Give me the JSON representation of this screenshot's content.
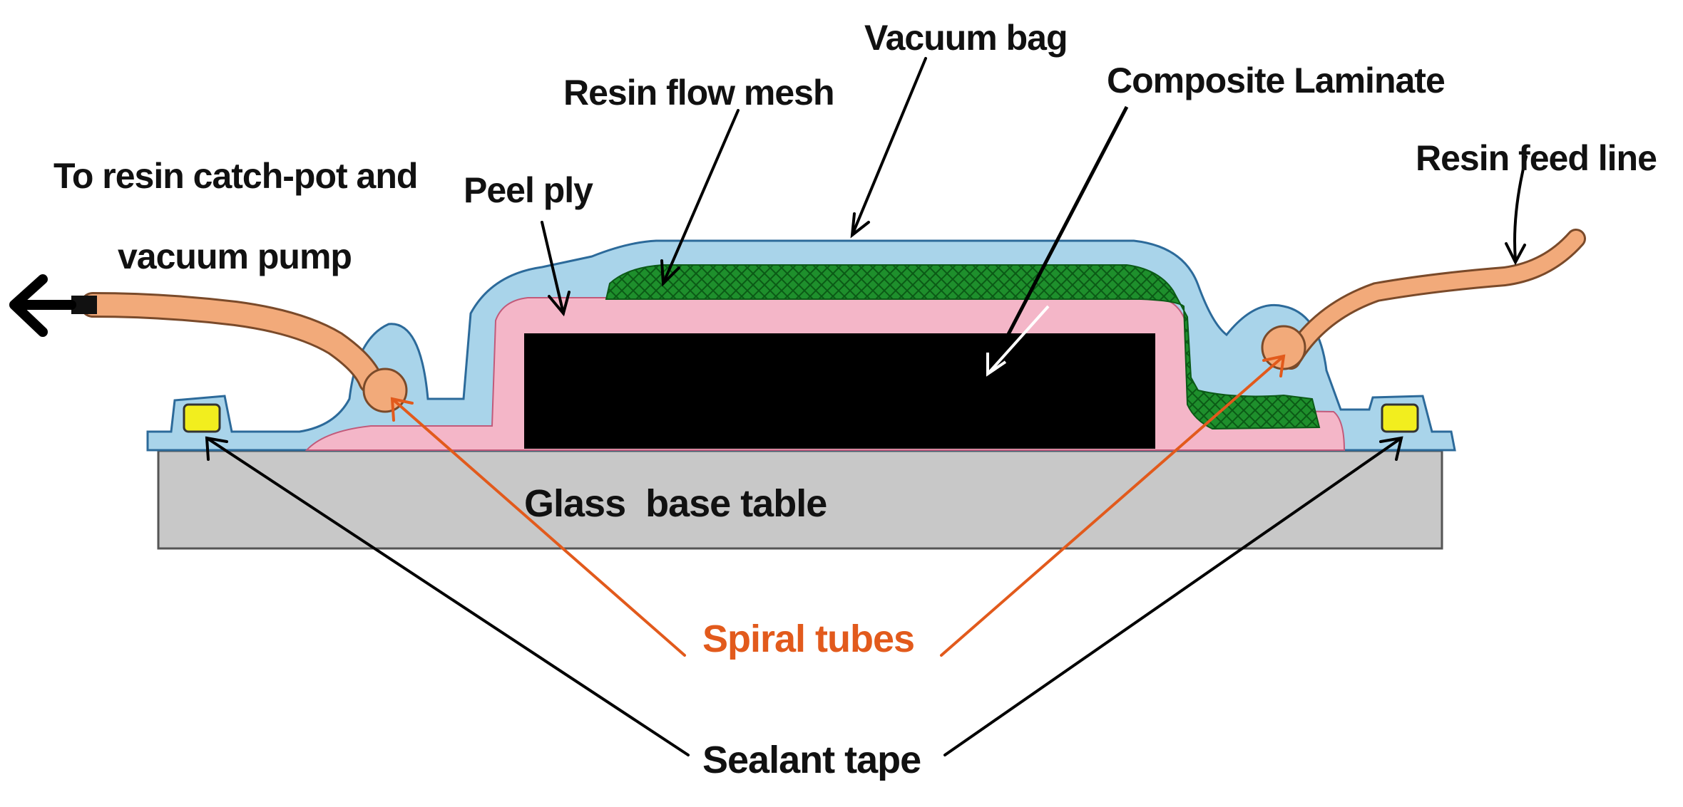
{
  "diagram": {
    "labels": {
      "vacuum_bag": "Vacuum bag",
      "resin_flow_mesh": "Resin flow mesh",
      "composite_laminate": "Composite Laminate",
      "resin_catch_pot_line1": "To resin catch-pot and",
      "resin_catch_pot_line2": "vacuum pump",
      "peel_ply": "Peel ply",
      "resin_feed_line": "Resin feed line",
      "glass_base_table": "Glass  base table",
      "spiral_tubes": "Spiral tubes",
      "sealant_tape": "Sealant tape"
    },
    "colors": {
      "vacuum_bag": "#a9d4ea",
      "peel_ply": "#f4b6c8",
      "laminate": "#000000",
      "mesh": "#1e8f2c",
      "tube": "#f2aa7a",
      "sealant": "#f2ee1e",
      "table": "#c8c8c8",
      "spiral_arrow": "#e25a1c",
      "arrow": "#000000"
    }
  }
}
